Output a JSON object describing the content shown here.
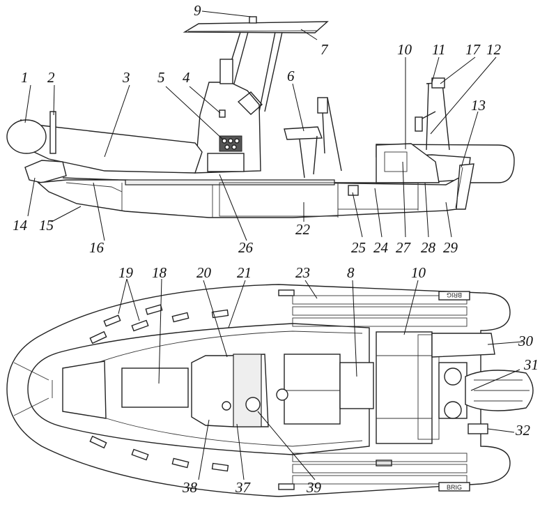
{
  "callouts": [
    {
      "id": "1",
      "text": "1"
    },
    {
      "id": "2",
      "text": "2"
    },
    {
      "id": "3",
      "text": "3"
    },
    {
      "id": "4",
      "text": "4"
    },
    {
      "id": "5",
      "text": "5"
    },
    {
      "id": "6",
      "text": "6"
    },
    {
      "id": "7",
      "text": "7"
    },
    {
      "id": "8",
      "text": "8"
    },
    {
      "id": "9",
      "text": "9"
    },
    {
      "id": "10a",
      "text": "10"
    },
    {
      "id": "10b",
      "text": "10"
    },
    {
      "id": "11",
      "text": "11"
    },
    {
      "id": "12",
      "text": "12"
    },
    {
      "id": "13",
      "text": "13"
    },
    {
      "id": "14",
      "text": "14"
    },
    {
      "id": "15",
      "text": "15"
    },
    {
      "id": "16",
      "text": "16"
    },
    {
      "id": "17",
      "text": "17"
    },
    {
      "id": "18",
      "text": "18"
    },
    {
      "id": "19",
      "text": "19"
    },
    {
      "id": "20",
      "text": "20"
    },
    {
      "id": "21",
      "text": "21"
    },
    {
      "id": "22",
      "text": "22"
    },
    {
      "id": "23",
      "text": "23"
    },
    {
      "id": "24",
      "text": "24"
    },
    {
      "id": "25",
      "text": "25"
    },
    {
      "id": "26",
      "text": "26"
    },
    {
      "id": "27",
      "text": "27"
    },
    {
      "id": "28",
      "text": "28"
    },
    {
      "id": "29",
      "text": "29"
    },
    {
      "id": "30",
      "text": "30"
    },
    {
      "id": "31",
      "text": "31"
    },
    {
      "id": "32",
      "text": "32"
    },
    {
      "id": "37",
      "text": "37"
    },
    {
      "id": "38",
      "text": "38"
    },
    {
      "id": "39",
      "text": "39"
    }
  ],
  "brand_marks": [
    "BRIG",
    "BRIG"
  ]
}
